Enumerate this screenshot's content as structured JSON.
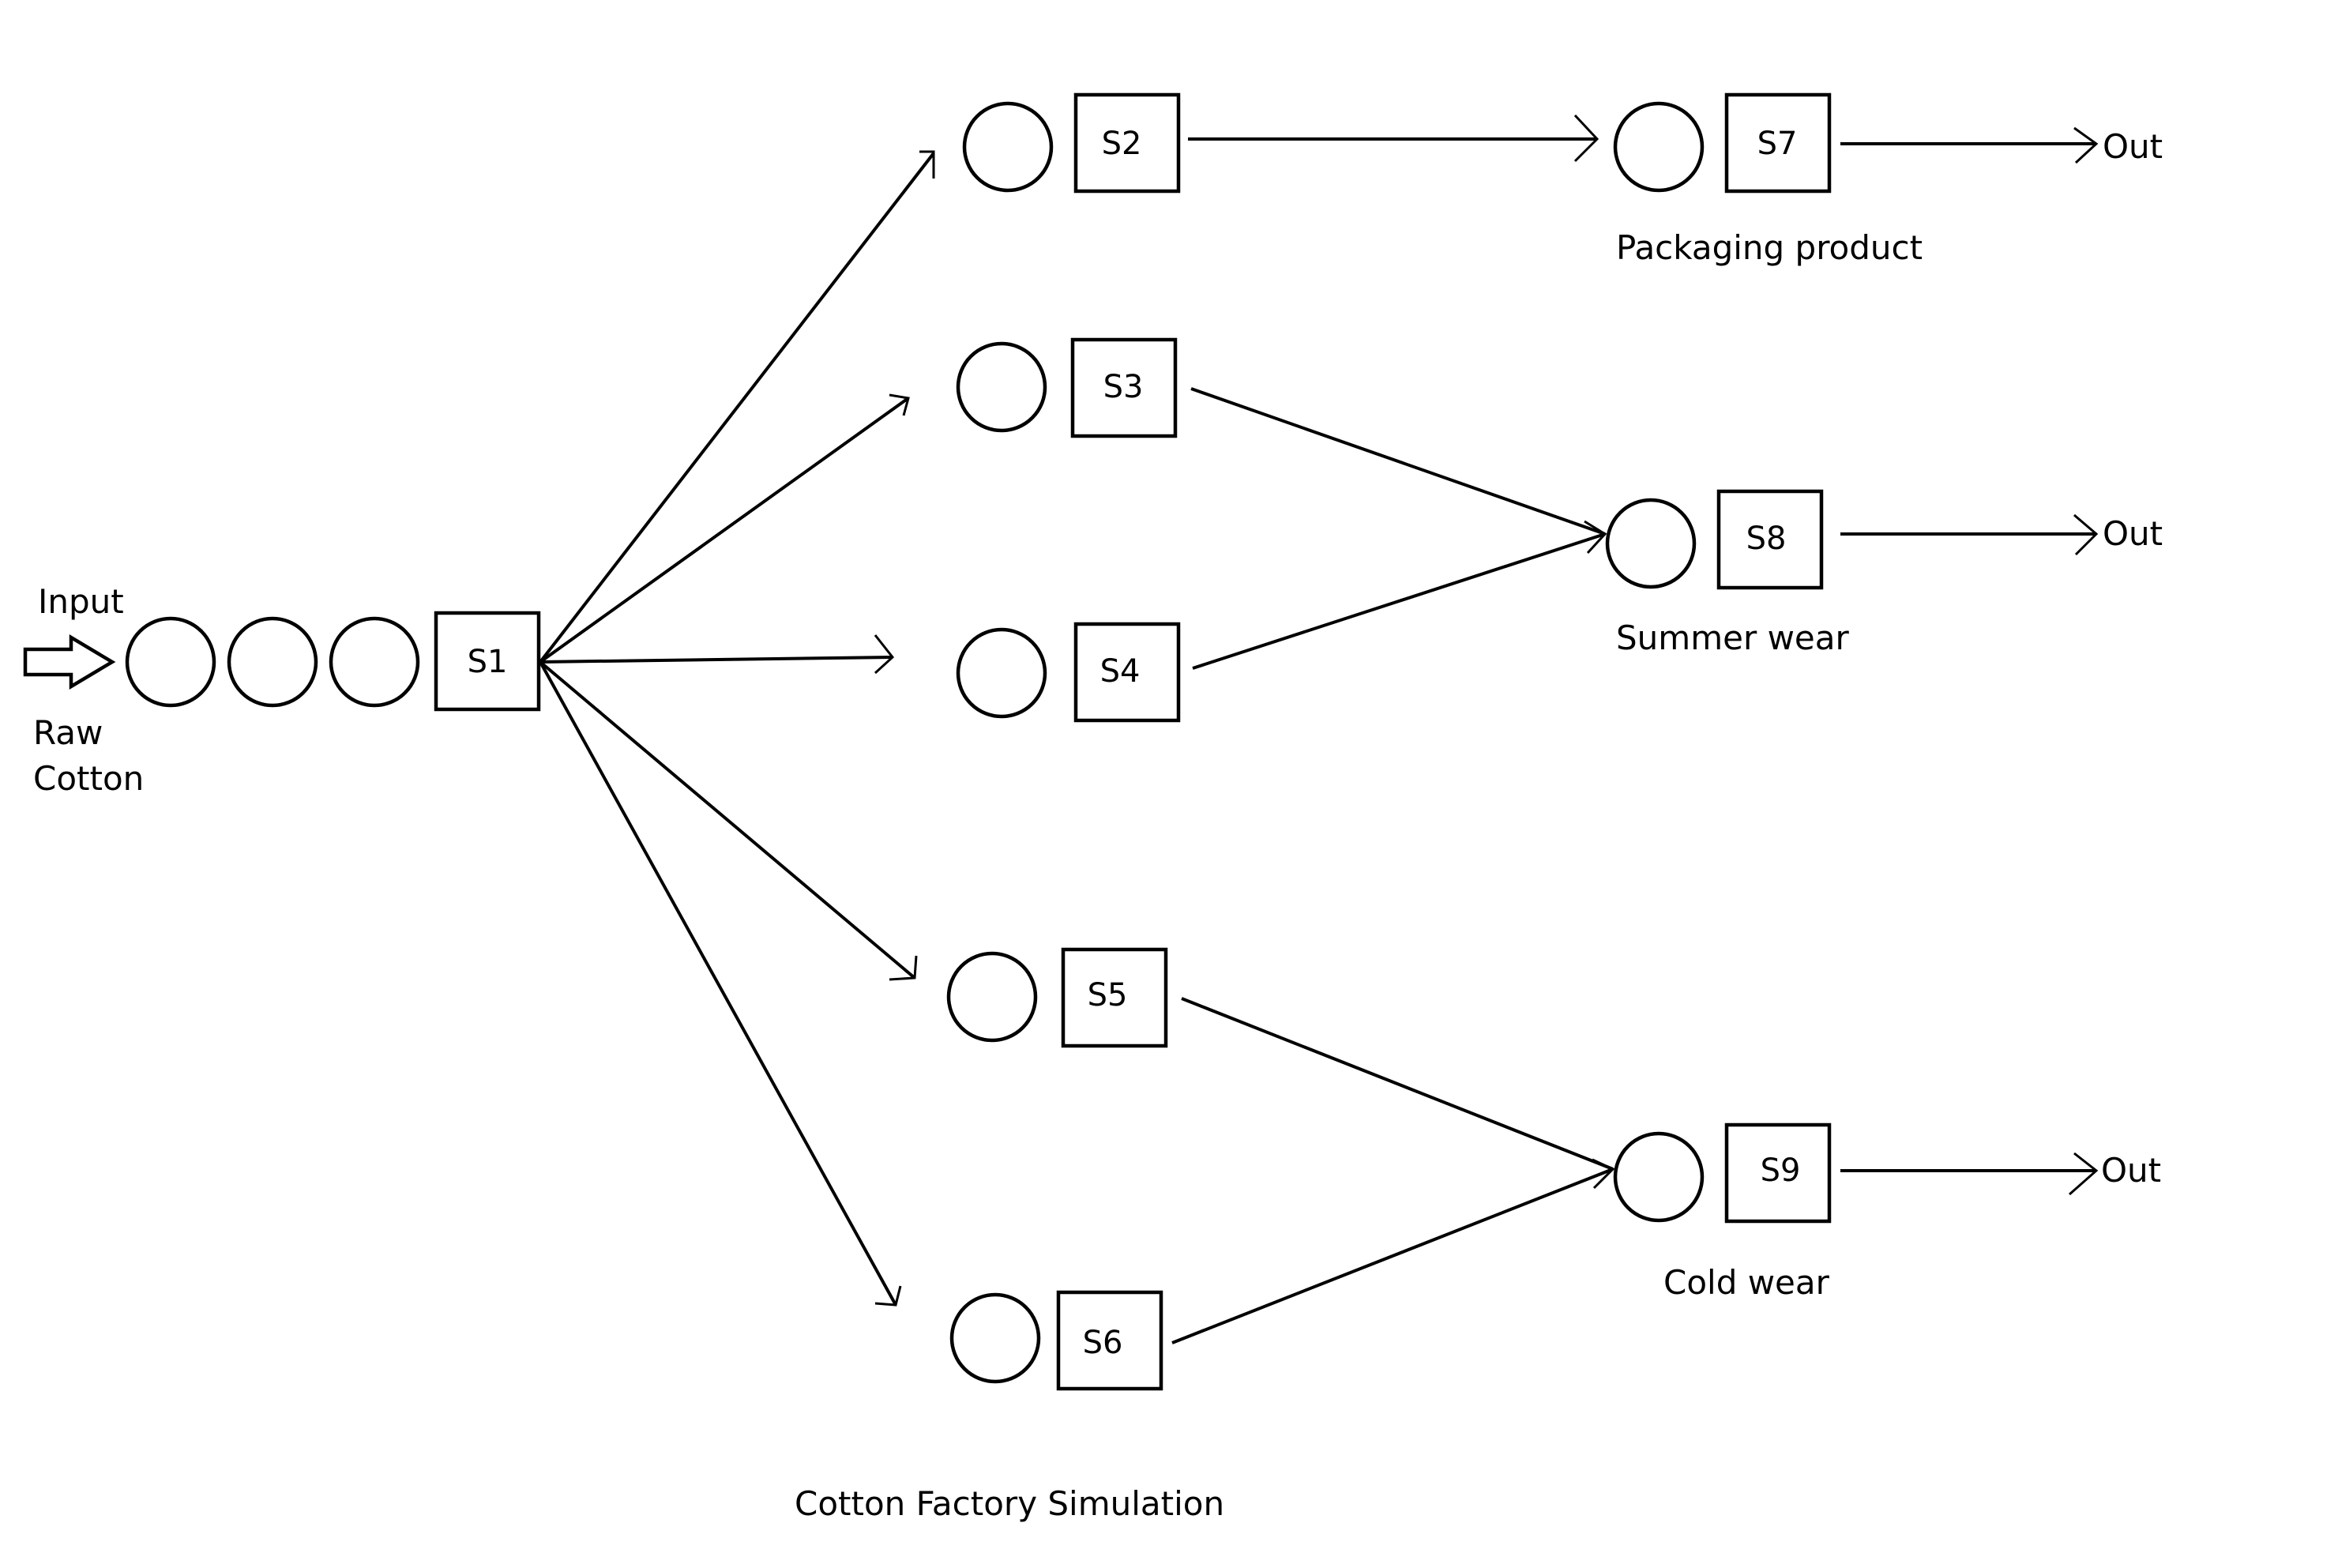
{
  "labels": {
    "input": "Input",
    "raw": "Raw",
    "cotton": "Cotton",
    "packaging": "Packaging product",
    "summer": "Summer wear",
    "cold": "Cold wear",
    "caption": "Cotton Factory Simulation"
  },
  "stations": {
    "s1": "S1",
    "s2": "S2",
    "s3": "S3",
    "s4": "S4",
    "s5": "S5",
    "s6": "S6",
    "s7": "S7",
    "s8": "S8",
    "s9": "S9"
  },
  "outputs": {
    "out7": "Out",
    "out8": "Out",
    "out9": "Out"
  },
  "edges": [
    [
      "S1",
      "S2"
    ],
    [
      "S1",
      "S3"
    ],
    [
      "S1",
      "S4"
    ],
    [
      "S1",
      "S5"
    ],
    [
      "S1",
      "S6"
    ],
    [
      "S2",
      "S7"
    ],
    [
      "S3",
      "S8"
    ],
    [
      "S4",
      "S8"
    ],
    [
      "S5",
      "S9"
    ],
    [
      "S6",
      "S9"
    ],
    [
      "S7",
      "Out"
    ],
    [
      "S8",
      "Out"
    ],
    [
      "S9",
      "Out"
    ]
  ]
}
